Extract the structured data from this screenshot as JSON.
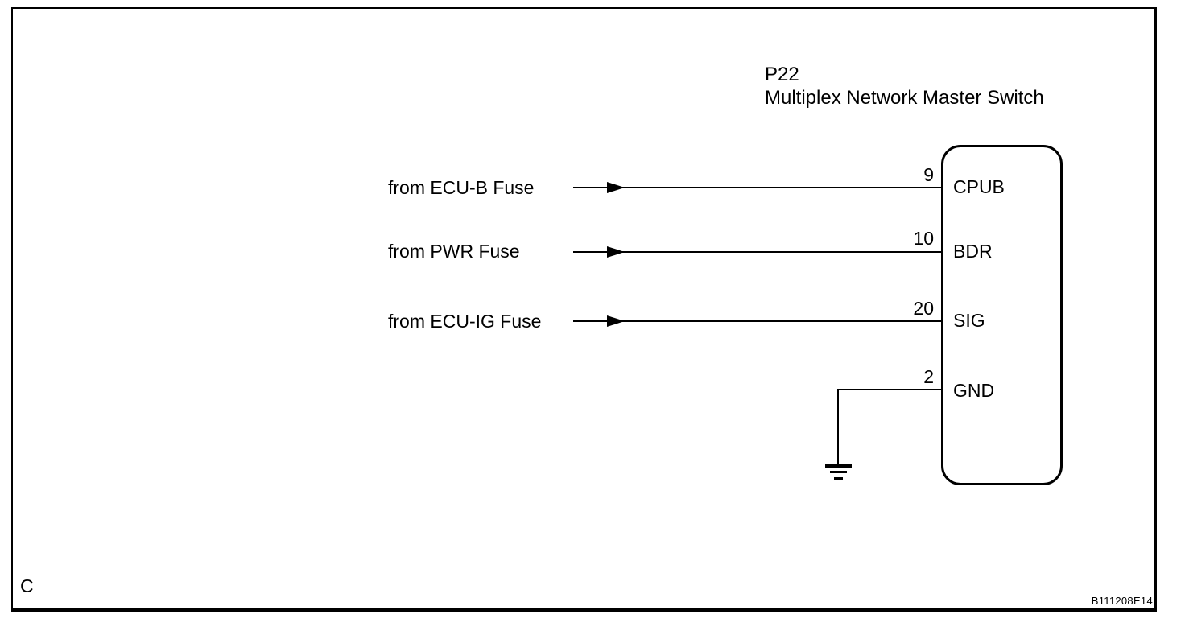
{
  "component": {
    "id": "P22",
    "name": "Multiplex Network Master Switch"
  },
  "pins": [
    {
      "number": "9",
      "label": "CPUB",
      "source": "from ECU-B Fuse"
    },
    {
      "number": "10",
      "label": "BDR",
      "source": "from PWR Fuse"
    },
    {
      "number": "20",
      "label": "SIG",
      "source": "from ECU-IG Fuse"
    },
    {
      "number": "2",
      "label": "GND"
    }
  ],
  "footer": {
    "corner_label": "C",
    "figure_code": "B111208E14"
  },
  "icons": {
    "arrow_right": "filled right-pointing arrowhead",
    "ground": "earth ground symbol"
  },
  "colors": {
    "ink": "#000000",
    "background": "#ffffff"
  }
}
